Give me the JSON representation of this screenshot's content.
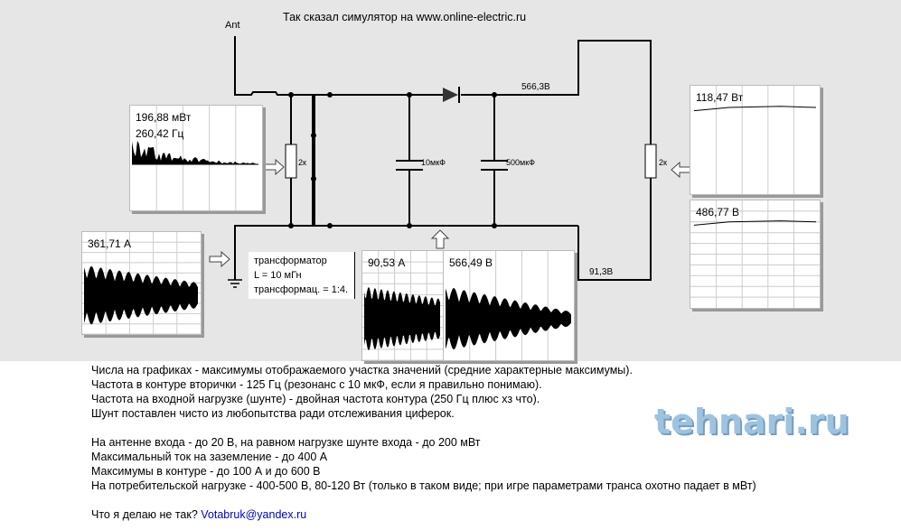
{
  "title": "Так сказал симулятор на www.online-electric.ru",
  "circuit": {
    "antenna": "Ant",
    "r_in": "2к",
    "c1": "10мкФ",
    "c2": "500мкФ",
    "r_load": "2к",
    "v_top": "566,3В",
    "v_bottom": "91,3В"
  },
  "transformer": {
    "l1": "трансформатор",
    "l2": "L = 10 мГн",
    "l3": "трансформац. = 1:4."
  },
  "scopes": {
    "shunt_power": "196,88 мВт",
    "shunt_freq": "260,42 Гц",
    "ground_current": "361,71 А",
    "loop_current": "90,53 А",
    "loop_voltage": "566,49 В",
    "load_power": "118,47 Вт",
    "load_voltage": "486,77 В"
  },
  "notes": [
    "Числа на графиках - максимумы отображаемого участка значений (средние характерные максимумы).",
    "Частота в контуре вторички - 125 Гц (резонанс с 10 мкФ, если я правильно понимаю).",
    "Частота на входной нагрузке (шунте) - двойная частота контура (250 Гц плюс хз что).",
    "Шунт поставлен чисто из любопытства ради отслеживания циферок.",
    "",
    "На антенне входа - до 20 В, на равном нагрузке шунте входа - до 200 мВт",
    "Максимальный ток на заземление - до 400 А",
    "Максимумы в контуре - до 100 А и до 600 В",
    "На потребительской нагрузке - 400-500 В, 80-120 Вт (только в таком виде; при игре параметрами транса охотно падает в мВт)",
    ""
  ],
  "question": "Что я делаю не так?",
  "email": "Votabruk@yandex.ru",
  "watermark": "tehnari.ru"
}
